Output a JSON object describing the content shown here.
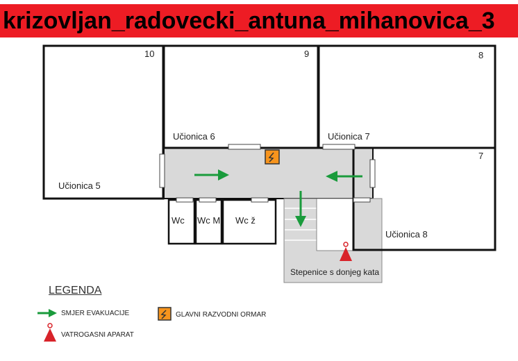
{
  "title": "krizovljan_radovecki_antuna_mihanovica_3",
  "rooms": {
    "r10_number": "10",
    "r9_number": "9",
    "r8_number": "8",
    "r7_number": "7",
    "ucionica5": "Učionica 5",
    "ucionica6": "Učionica 6",
    "ucionica7": "Učionica 7",
    "ucionica8": "Učionica 8",
    "wc1": "Wc",
    "wc_m": "Wc M",
    "wc_z": "Wc ž",
    "stairs": "Stepenice s donjeg kata"
  },
  "legend": {
    "title": "LEGENDA",
    "evacuation": "SMJER EVAKUACIJE",
    "extinguisher": "VATROGASNI APARAT",
    "cabinet": "GLAVNI RAZVODNI ORMAR"
  },
  "colors": {
    "banner": "#ed1c24",
    "corridor": "#d9d9d9",
    "arrow": "#1a9b3c",
    "extinguisher": "#d8232a",
    "cabinet": "#f7941d"
  }
}
